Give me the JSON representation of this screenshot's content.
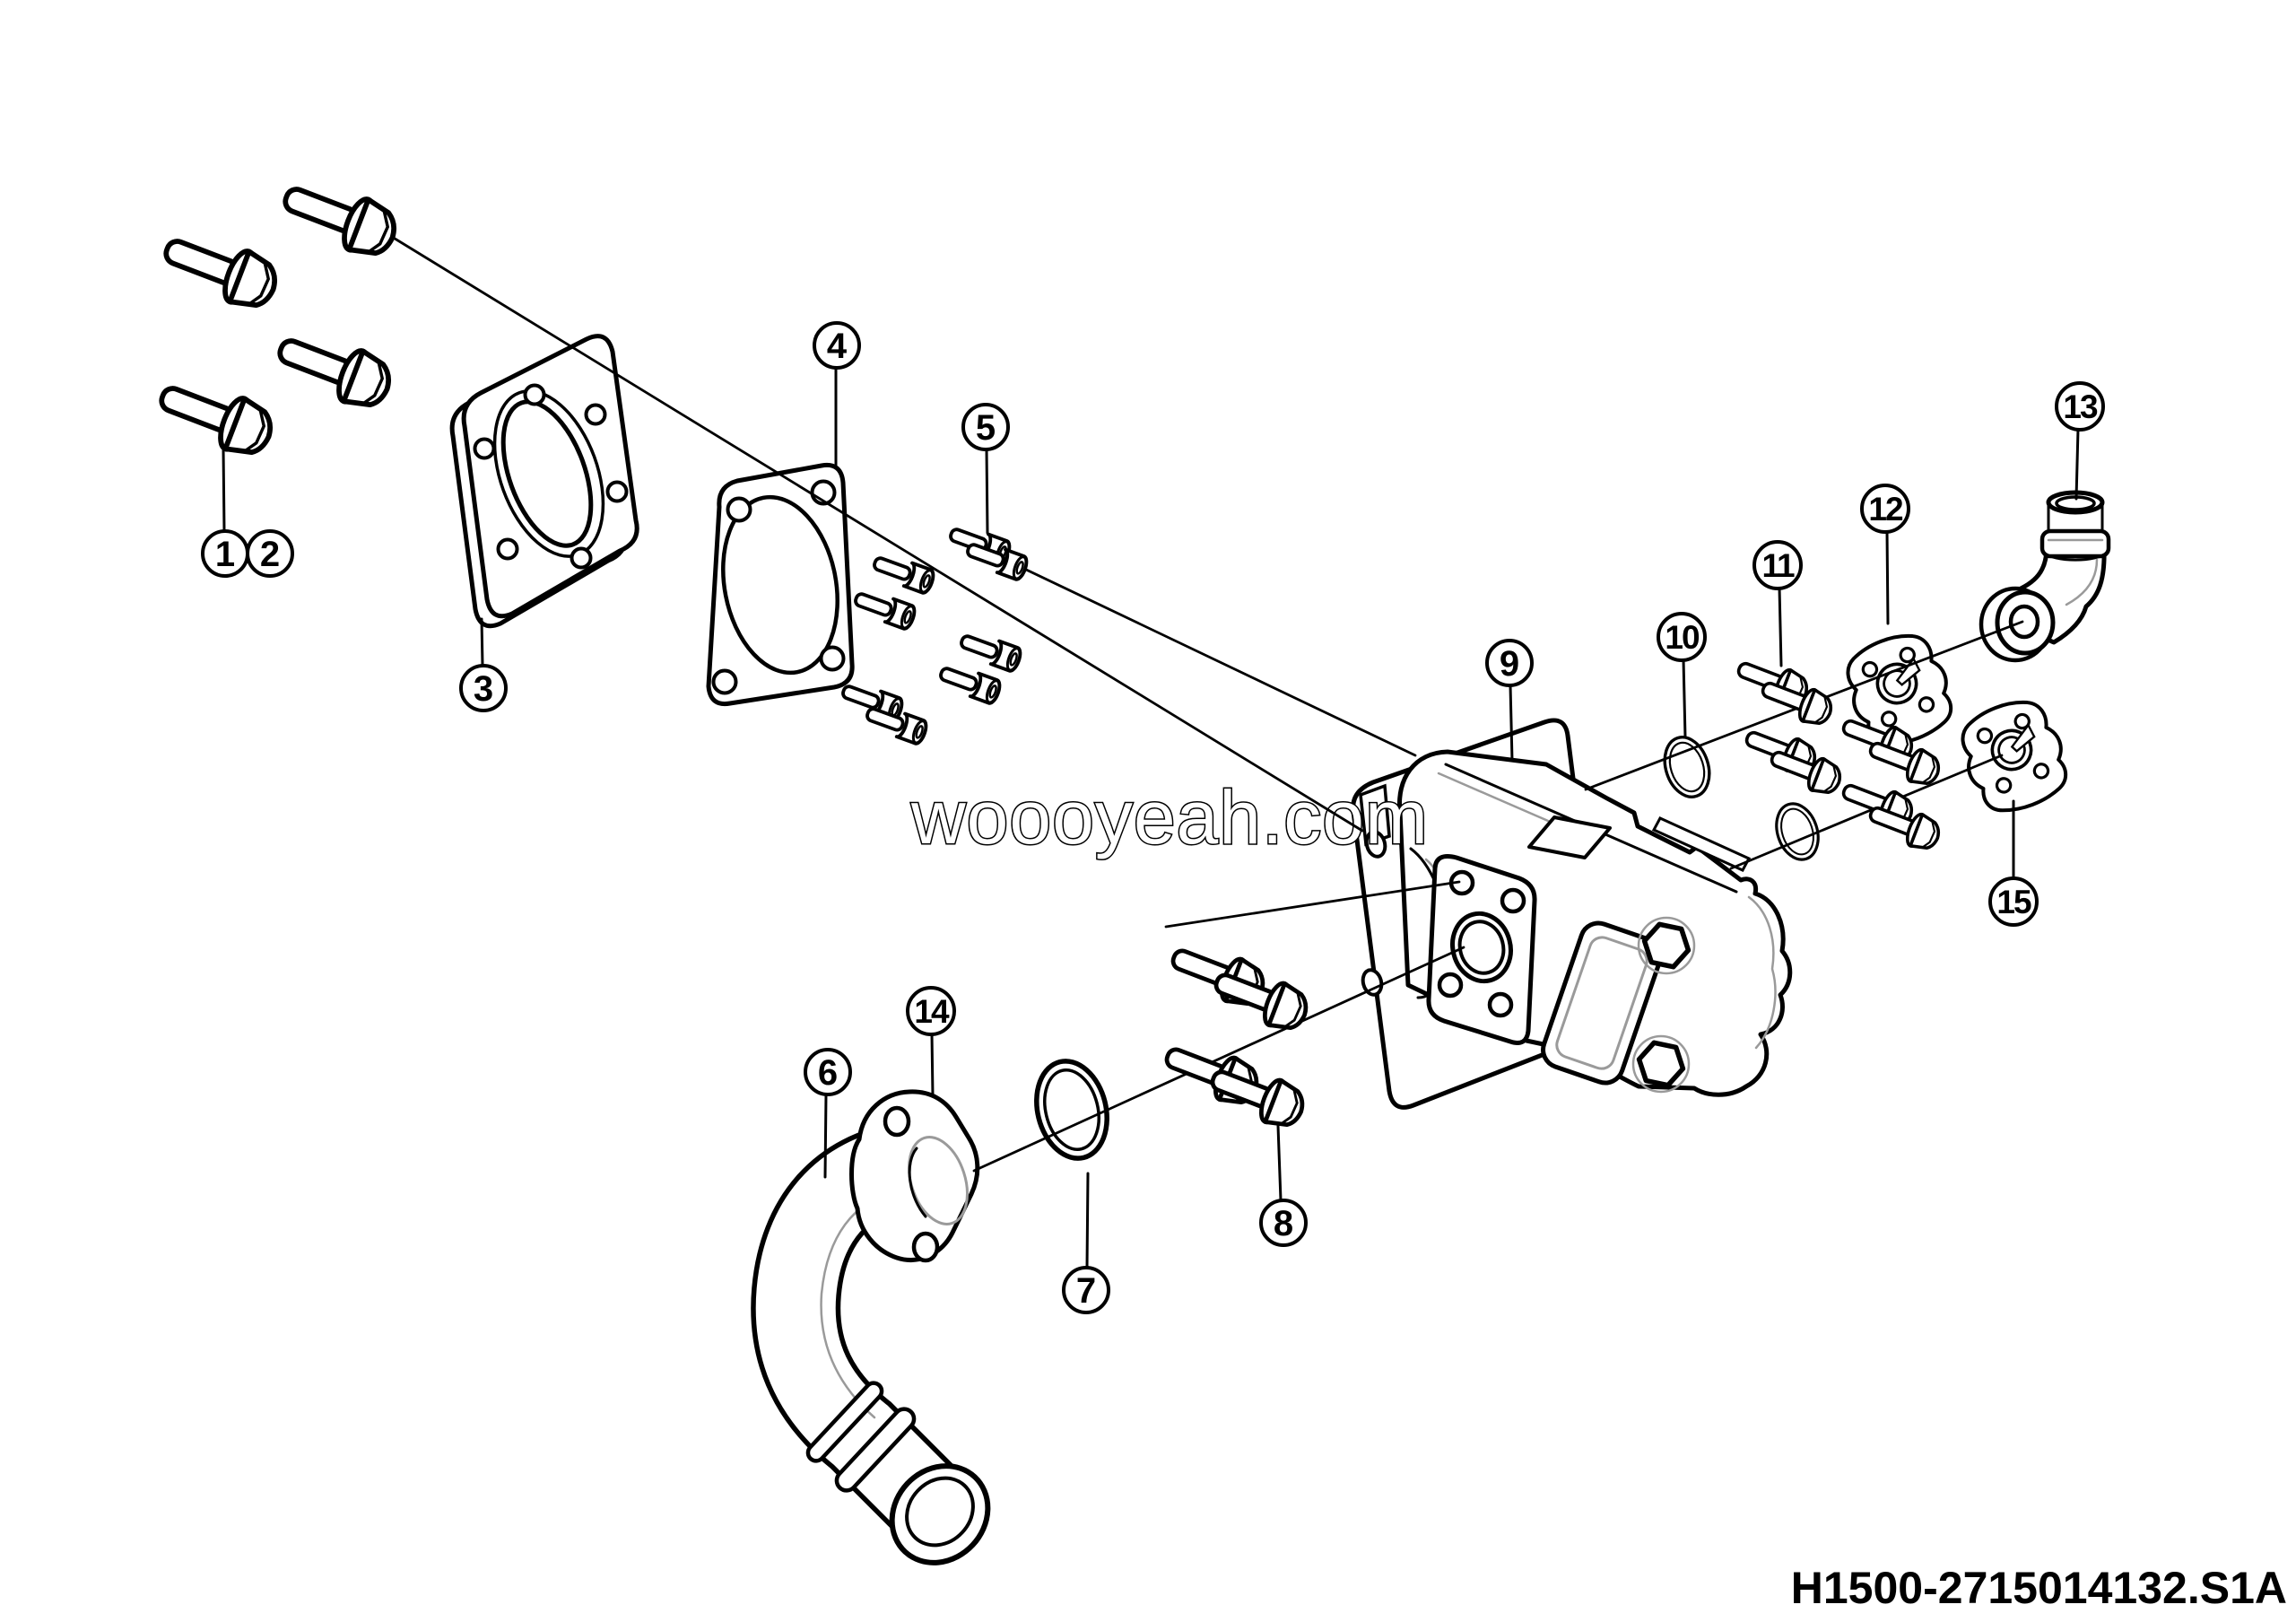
{
  "drawing": {
    "watermark": "woooyeah.com",
    "drawing_number": "H1500-2715014132.S1A"
  },
  "callouts": [
    {
      "label": "1"
    },
    {
      "label": "2"
    },
    {
      "label": "3"
    },
    {
      "label": "4"
    },
    {
      "label": "5"
    },
    {
      "label": "6"
    },
    {
      "label": "7"
    },
    {
      "label": "8"
    },
    {
      "label": "9"
    },
    {
      "label": "10"
    },
    {
      "label": "11"
    },
    {
      "label": "12"
    },
    {
      "label": "13"
    },
    {
      "label": "14"
    },
    {
      "label": "15"
    }
  ]
}
